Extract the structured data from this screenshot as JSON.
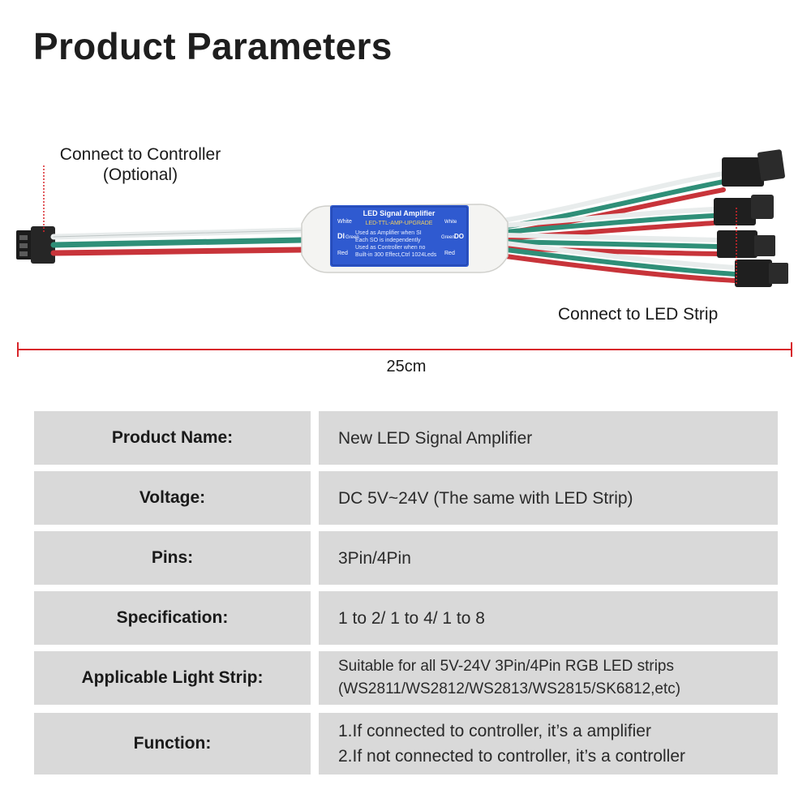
{
  "page": {
    "title": "Product Parameters"
  },
  "diagram": {
    "controller_label_line1": "Connect to Controller",
    "controller_label_line2": "(Optional)",
    "strip_label": "Connect to LED Strip",
    "length_label": "25cm",
    "module_title": "LED Signal Amplifier",
    "module_subtitle": "LED-TTL-AMP-UPGRADE",
    "module_line1": "Used as Amplifier when SI",
    "module_line2": "Each SO is independently",
    "module_line3": "Used as Controller when no",
    "module_line4": "Built-in 300 Effect,Ctrl 1024Leds",
    "pin_white": "White",
    "pin_green": "Green",
    "pin_red": "Red",
    "pin_di": "DI",
    "pin_do": "DO",
    "colors": {
      "wire_red": "#c8343a",
      "wire_green": "#2f8f78",
      "wire_white": "#e8ecec",
      "dimension_line": "#d8262b",
      "module_blue": "#2f5ad0",
      "cell_bg": "#d9d9d9"
    }
  },
  "specs": {
    "rows": [
      {
        "key": "Product Name:",
        "lines": [
          "New LED Signal Amplifier"
        ]
      },
      {
        "key": "Voltage:",
        "lines": [
          "DC 5V~24V (The same with LED Strip)"
        ]
      },
      {
        "key": "Pins:",
        "lines": [
          "3Pin/4Pin"
        ]
      },
      {
        "key": "Specification:",
        "lines": [
          "1 to 2/ 1 to 4/ 1 to 8"
        ]
      },
      {
        "key": "Applicable Light Strip:",
        "lines": [
          "Suitable for all 5V-24V 3Pin/4Pin RGB LED strips",
          "(WS2811/WS2812/WS2813/WS2815/SK6812,etc)"
        ]
      },
      {
        "key": "Function:",
        "lines": [
          "1.If connected to controller, it’s a amplifier",
          "2.If not connected to controller, it’s a controller"
        ]
      }
    ]
  }
}
